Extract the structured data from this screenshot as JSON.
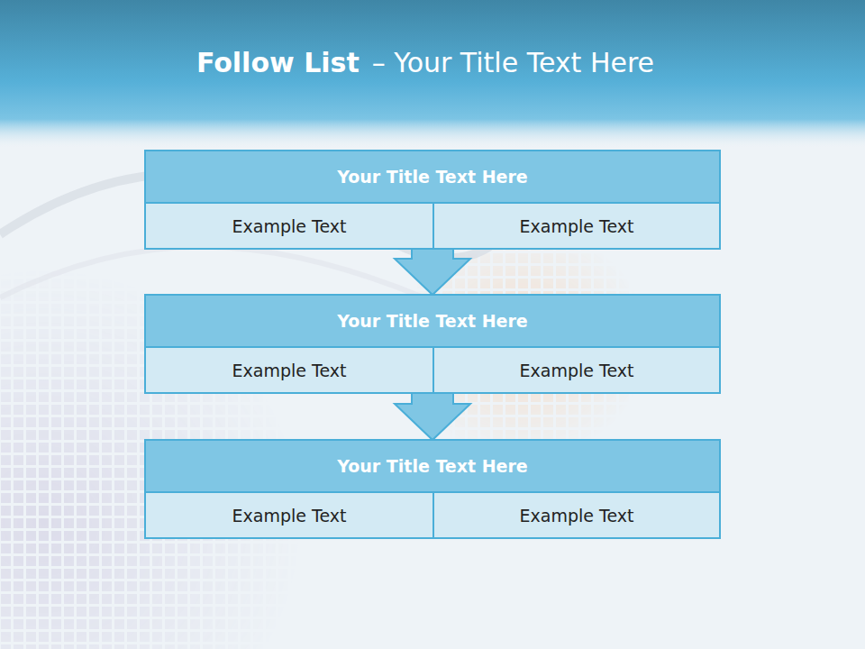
{
  "diagram": {
    "title": "Follow List",
    "nodes": [
      {
        "text": [
          "Your Title Text Here"
        ]
      },
      {
        "text": [
          "Example Text"
        ],
        "in": 0
      },
      {
        "text": [
          "Example Text"
        ],
        "in": 0
      },
      {
        "text": [
          "Your Title Text Here"
        ]
      },
      {
        "text": [
          "Example Text"
        ],
        "in": 3
      },
      {
        "text": [
          "Example Text"
        ],
        "in": 3
      },
      {
        "text": [
          "Your Title Text Here"
        ]
      },
      {
        "text": [
          "Example Text"
        ],
        "in": 6
      },
      {
        "text": [
          "Example Text"
        ],
        "in": 6
      }
    ],
    "edges": [
      {
        "from": 0,
        "to": 3,
        "arrow": "to"
      },
      {
        "from": 3,
        "to": 6,
        "arrow": "to"
      }
    ],
    "labels": [
      "– Your Title Text Here"
    ]
  }
}
